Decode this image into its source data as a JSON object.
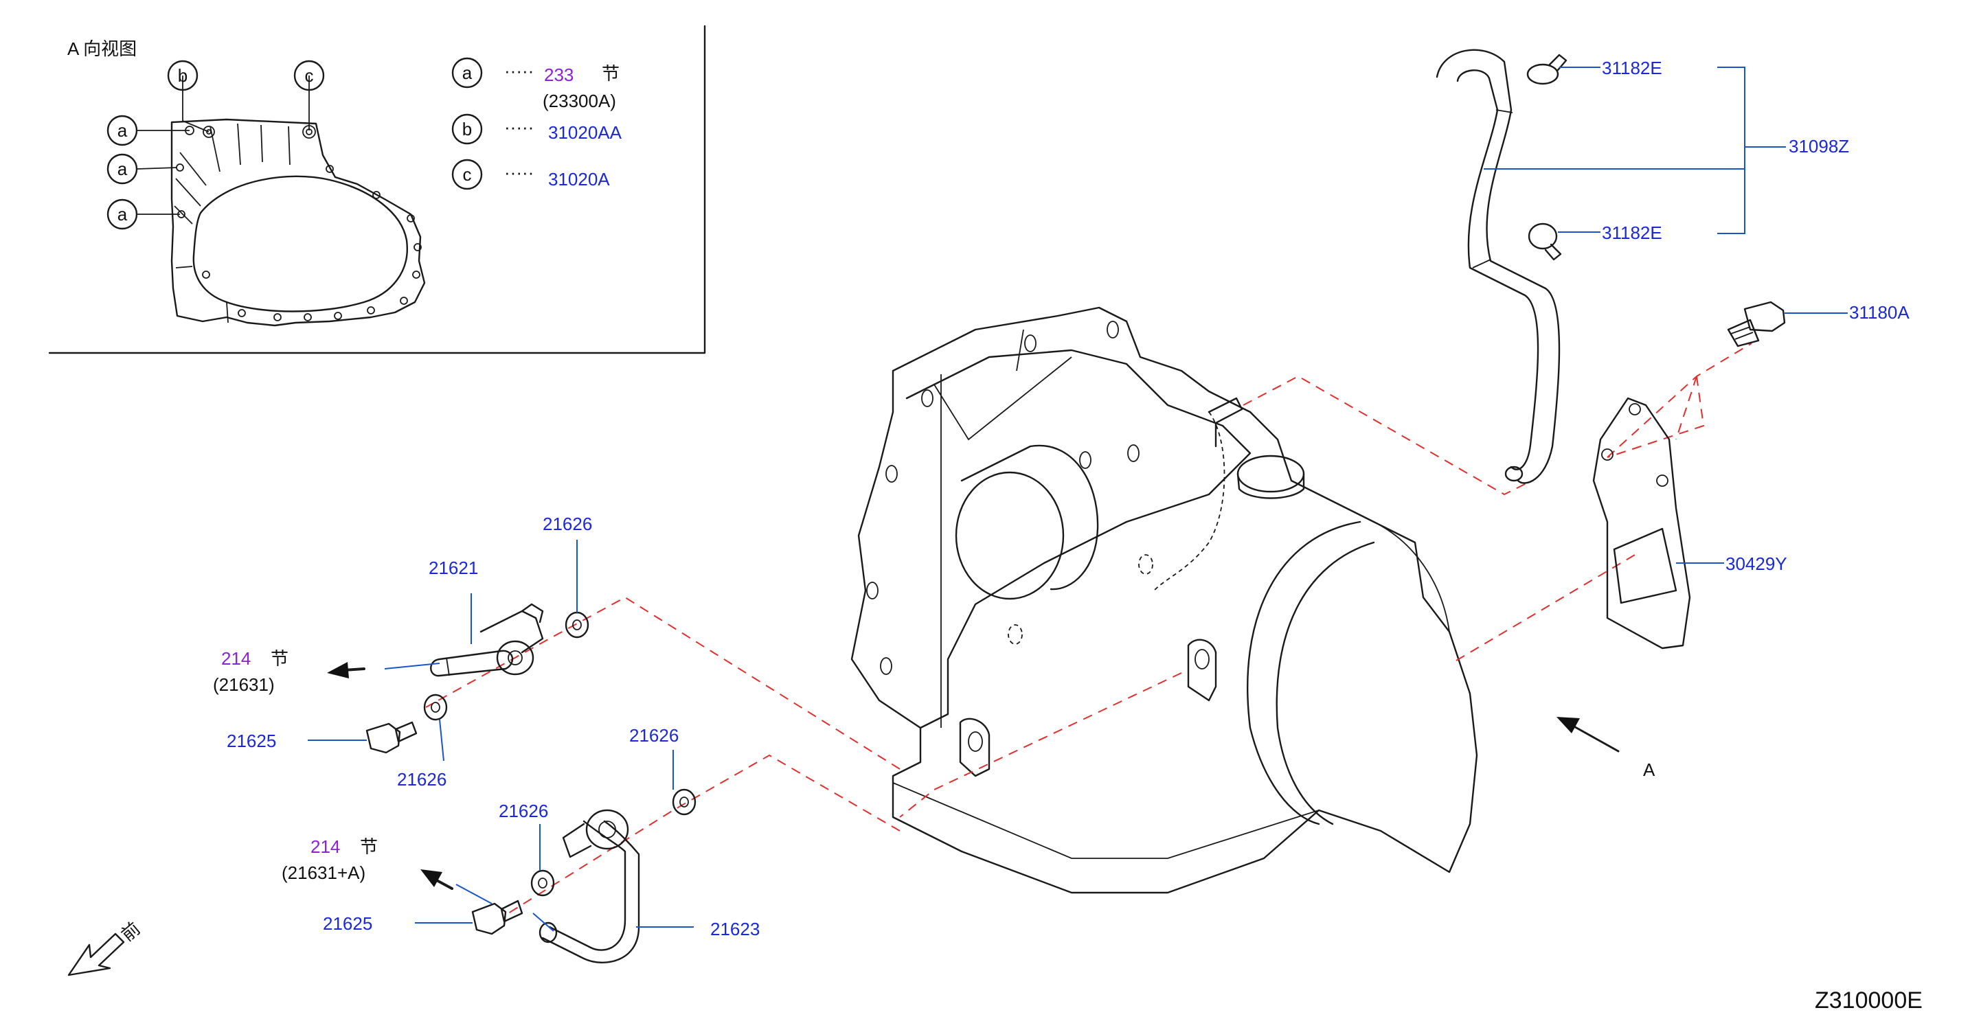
{
  "inset": {
    "title": "A 向视图",
    "callouts": {
      "a": "a",
      "b": "b",
      "c": "c"
    },
    "legend": [
      {
        "letter": "a",
        "dots": "·····",
        "ref_num": "233",
        "ref_word": "节",
        "sub": "(23300A)"
      },
      {
        "letter": "b",
        "dots": "·····",
        "part": "31020AA"
      },
      {
        "letter": "c",
        "dots": "·····",
        "part": "31020A"
      }
    ]
  },
  "labels": {
    "p31182E_top": "31182E",
    "p31182E_bottom": "31182E",
    "p31098Z": "31098Z",
    "p31180A": "31180A",
    "p30429Y": "30429Y",
    "p21626_a": "21626",
    "p21621": "21621",
    "p21625_a": "21625",
    "p21626_b": "21626",
    "p21626_c": "21626",
    "p21626_d": "21626",
    "p21625_b": "21625",
    "p21623": "21623",
    "view_a": "A",
    "front": "前",
    "diagram_code": "Z310000E"
  },
  "refs": [
    {
      "num": "214",
      "word": "节",
      "sub": "(21631)"
    },
    {
      "num": "214",
      "word": "节",
      "sub": "(21631+A)"
    }
  ],
  "colors": {
    "part_label": "#1a28d8",
    "section_ref": "#8a22d6",
    "leader": "#1a55c8",
    "phantom": "#e0302e"
  }
}
